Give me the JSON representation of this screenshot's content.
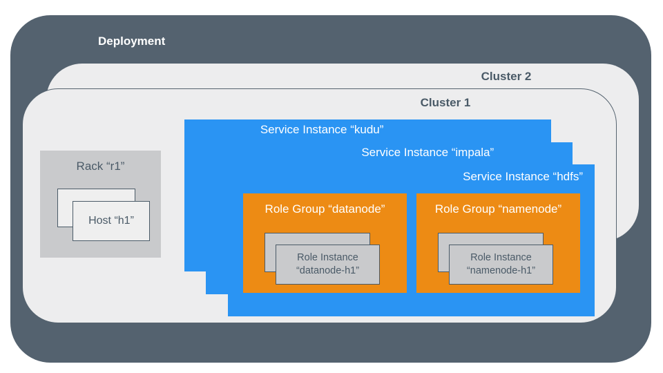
{
  "colors": {
    "deployment_bg": "#54626F",
    "cluster_bg": "#EDEDEE",
    "rack_bg": "#C9CACC",
    "host_bg": "#EFEFEF",
    "service_bg": "#2A94F3",
    "role_group_bg": "#ED8B14",
    "role_instance_bg": "#C9CACC",
    "outline": "#4A5A67",
    "dark_text": "#4A5A67",
    "light_text": "#FFFFFF"
  },
  "deployment": {
    "label": "Deployment"
  },
  "clusters": [
    {
      "label": "Cluster 2"
    },
    {
      "label": "Cluster 1"
    }
  ],
  "rack": {
    "label": "Rack “r1”",
    "host": {
      "label": "Host “h1”"
    }
  },
  "services": [
    {
      "label": "Service Instance “kudu”"
    },
    {
      "label": "Service Instance “impala”"
    },
    {
      "label": "Service Instance “hdfs”"
    }
  ],
  "role_groups": [
    {
      "label": "Role Group “datanode”",
      "instance_line1": "Role Instance",
      "instance_line2": "“datanode-h1”"
    },
    {
      "label": "Role Group “namenode”",
      "instance_line1": "Role Instance",
      "instance_line2": "“namenode-h1”"
    }
  ]
}
